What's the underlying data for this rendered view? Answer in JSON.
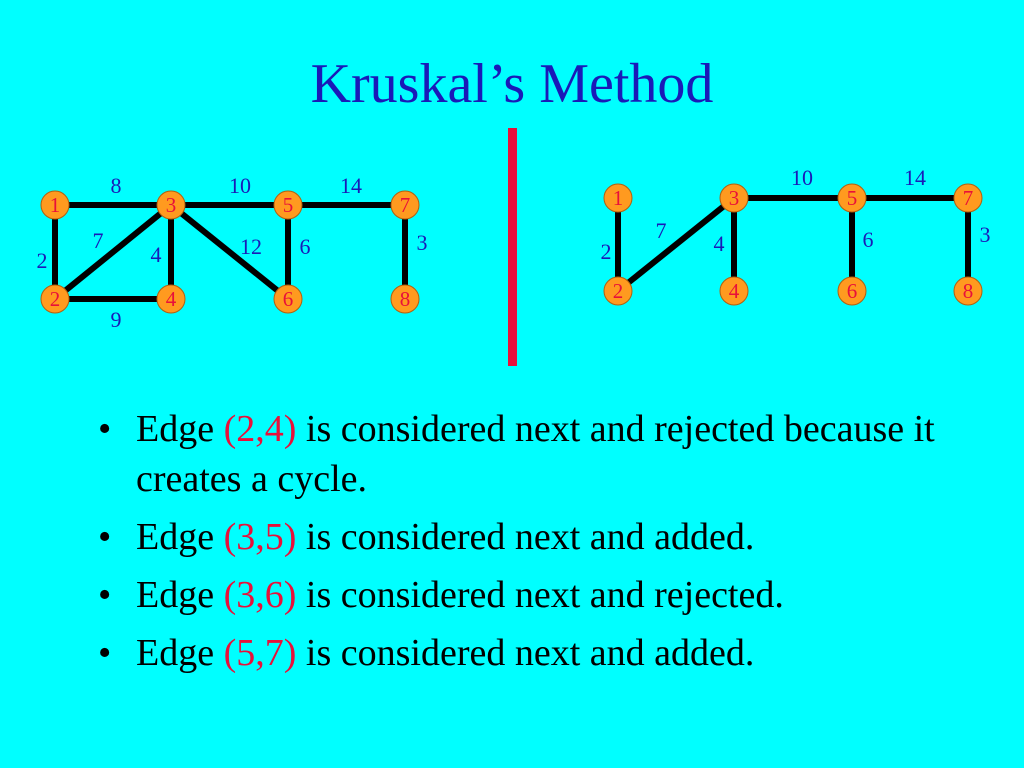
{
  "title": "Kruskal’s Method",
  "colors": {
    "background": "#00FFFF",
    "title": "#1A1AB8",
    "node_fill": "#FF9A1F",
    "node_label": "#E8103A",
    "weight_label": "#1A1AB8",
    "edge": "#000000",
    "divider": "#E8103A"
  },
  "left_graph": {
    "nodes": [
      "1",
      "2",
      "3",
      "4",
      "5",
      "6",
      "7",
      "8"
    ],
    "edges": [
      {
        "from": "1",
        "to": "3",
        "weight": "8"
      },
      {
        "from": "3",
        "to": "5",
        "weight": "10"
      },
      {
        "from": "5",
        "to": "7",
        "weight": "14"
      },
      {
        "from": "1",
        "to": "2",
        "weight": "2"
      },
      {
        "from": "2",
        "to": "3",
        "weight": "7"
      },
      {
        "from": "3",
        "to": "4",
        "weight": "4"
      },
      {
        "from": "3",
        "to": "6",
        "weight": "12"
      },
      {
        "from": "5",
        "to": "6",
        "weight": "6"
      },
      {
        "from": "7",
        "to": "8",
        "weight": "3"
      },
      {
        "from": "2",
        "to": "4",
        "weight": "9"
      }
    ]
  },
  "right_graph": {
    "nodes": [
      "1",
      "2",
      "3",
      "4",
      "5",
      "6",
      "7",
      "8"
    ],
    "edges": [
      {
        "from": "3",
        "to": "5",
        "weight": "10"
      },
      {
        "from": "5",
        "to": "7",
        "weight": "14"
      },
      {
        "from": "1",
        "to": "2",
        "weight": "2"
      },
      {
        "from": "2",
        "to": "3",
        "weight": "7"
      },
      {
        "from": "3",
        "to": "4",
        "weight": "4"
      },
      {
        "from": "5",
        "to": "6",
        "weight": "6"
      },
      {
        "from": "7",
        "to": "8",
        "weight": "3"
      }
    ]
  },
  "bullets": [
    {
      "pre": "Edge ",
      "edge": "(2,4)",
      "post": " is considered next and rejected because it creates a cycle."
    },
    {
      "pre": "Edge ",
      "edge": "(3,5)",
      "post": " is considered next and added."
    },
    {
      "pre": "Edge ",
      "edge": "(3,6)",
      "post": " is considered next and rejected."
    },
    {
      "pre": "Edge ",
      "edge": "(5,7)",
      "post": " is considered next and added."
    }
  ]
}
